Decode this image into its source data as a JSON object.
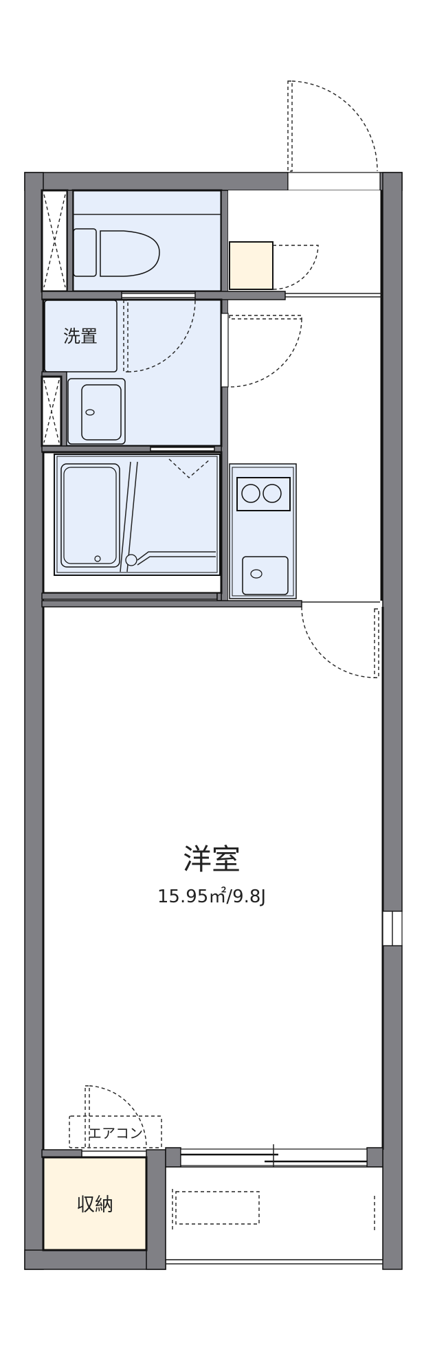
{
  "rooms": {
    "laundry_label": "洗置",
    "main_room_label": "洋室",
    "main_room_size": "15.95㎡/9.8J",
    "aircon_label": "エアコン",
    "storage_label": "収納"
  },
  "colors": {
    "wall": "#808085",
    "wet_area": "#e6eefb",
    "storage": "#fff5e1"
  }
}
